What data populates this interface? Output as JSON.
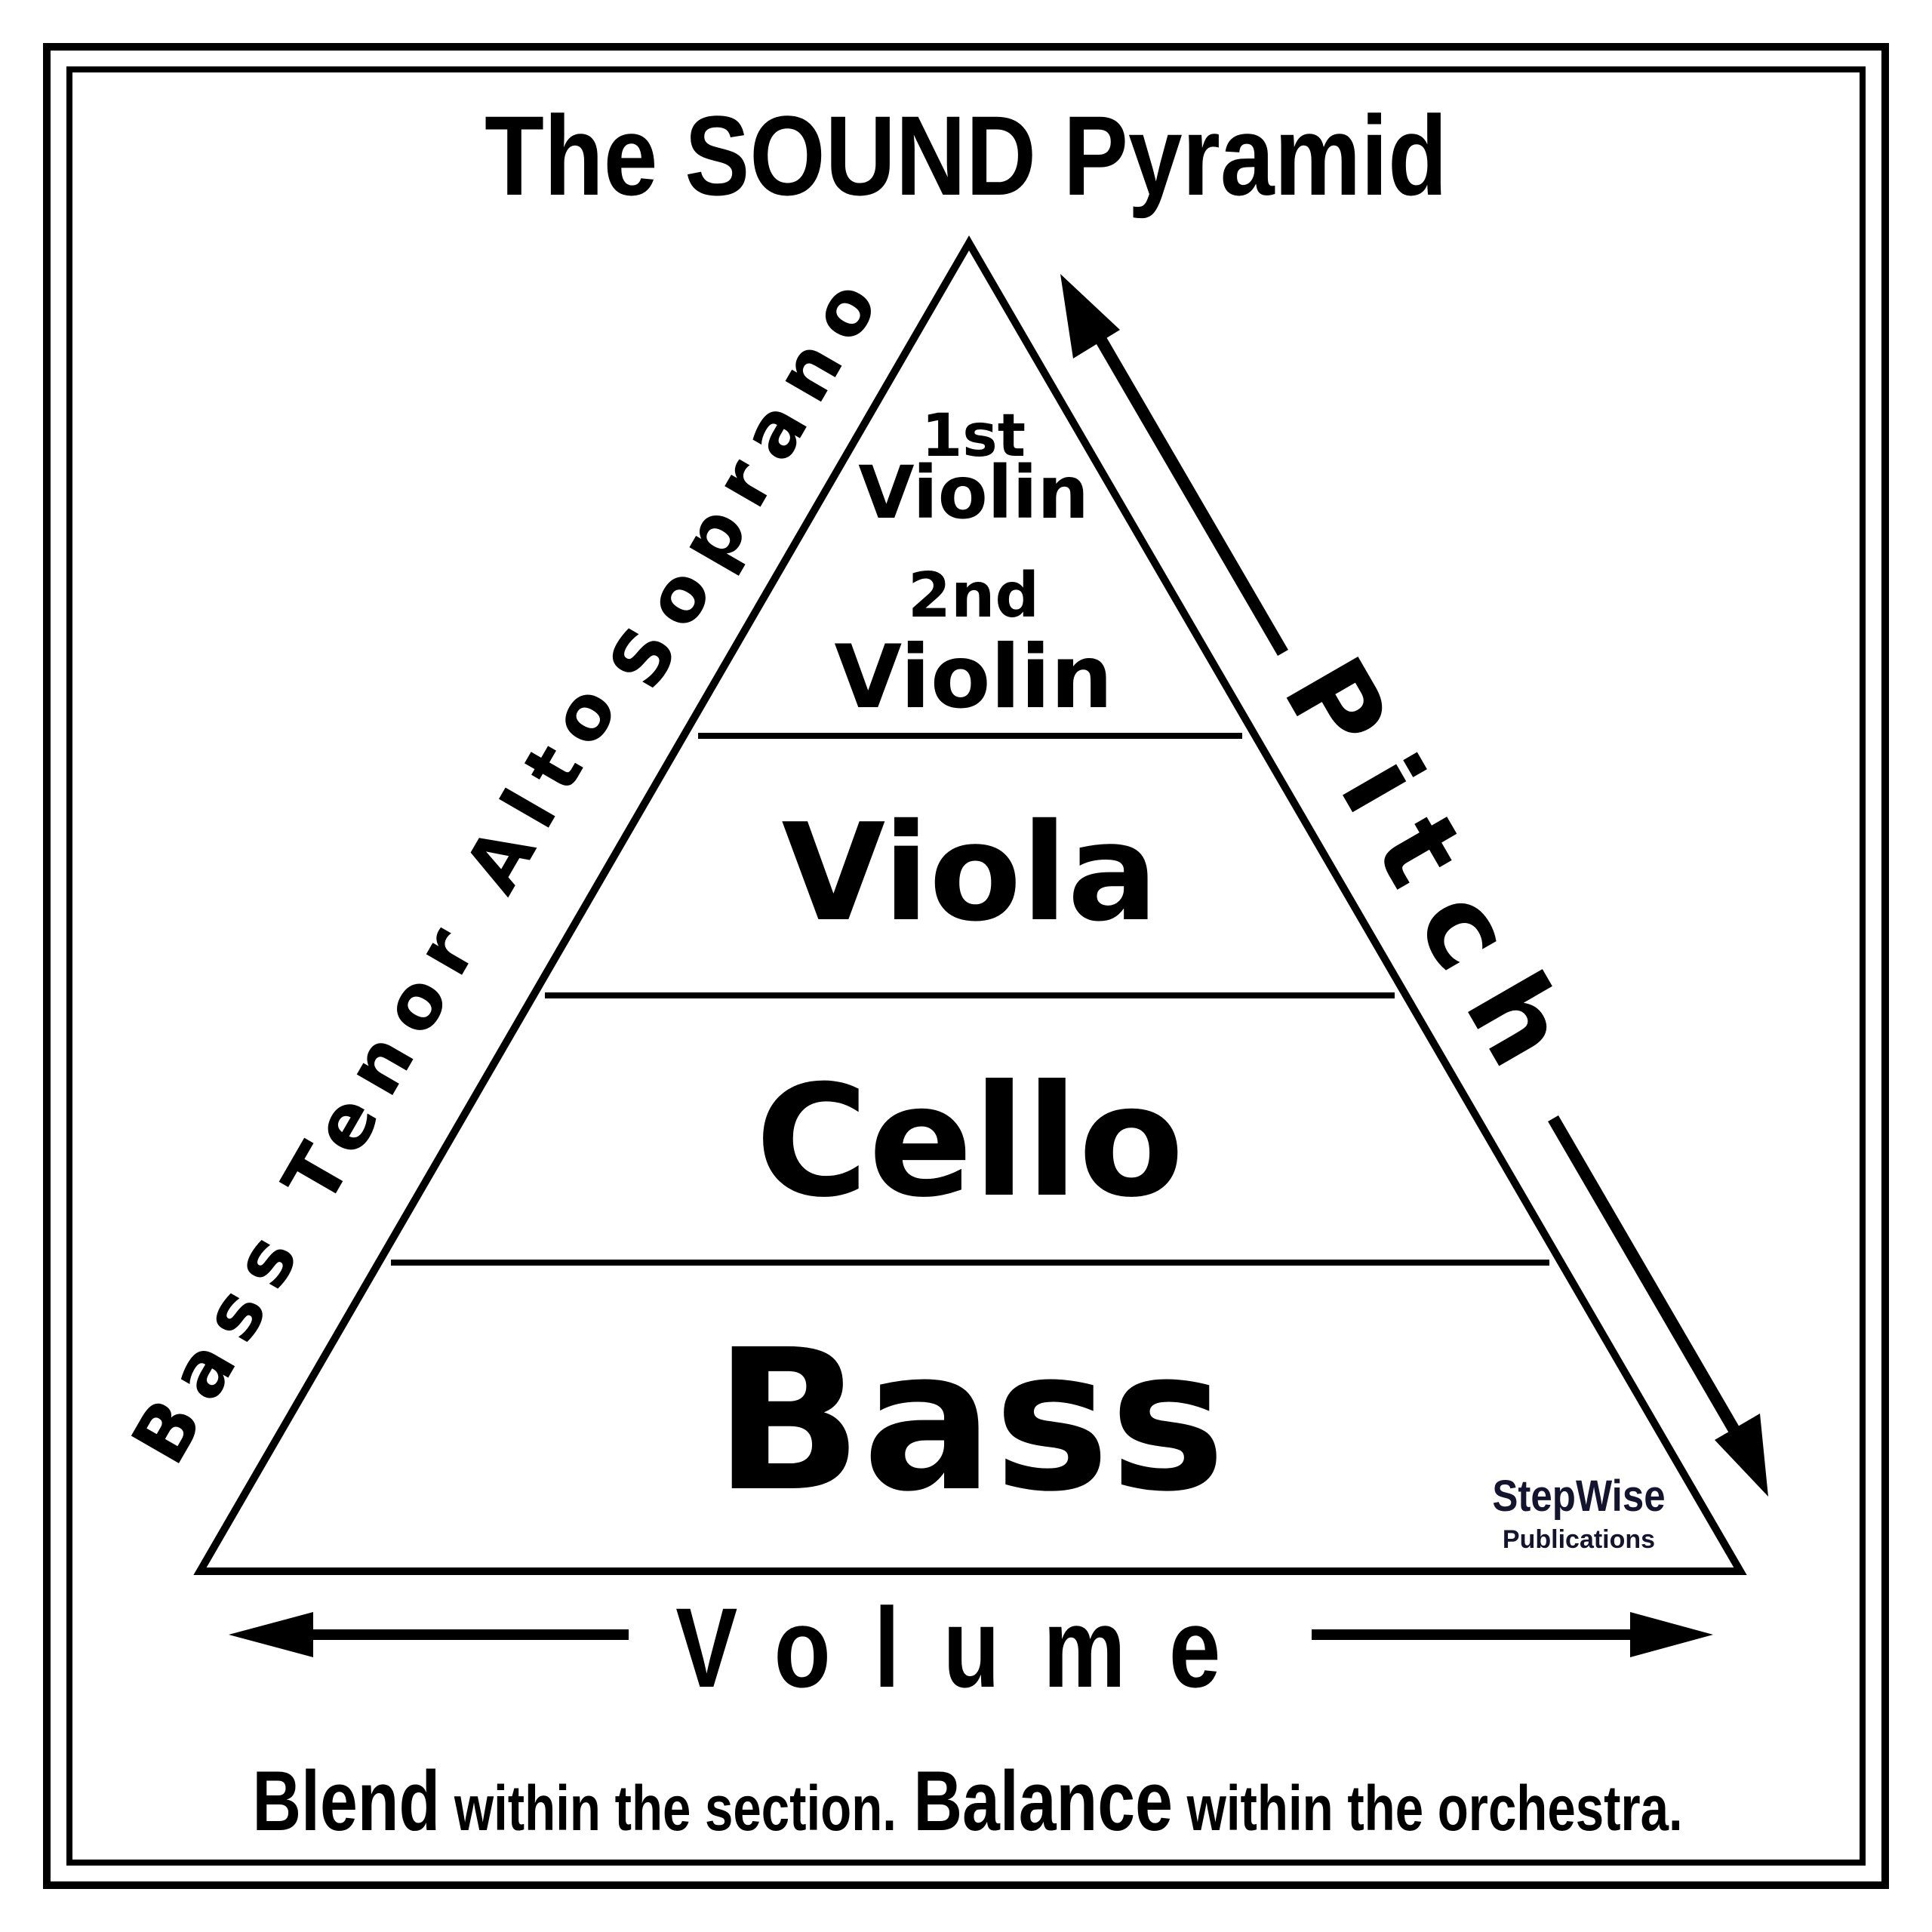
{
  "title": "The SOUND Pyramid",
  "tiers": {
    "first_violin": {
      "line1": "1st",
      "line2": "Violin"
    },
    "second_violin": {
      "line1": "2nd",
      "line2": "Violin"
    },
    "viola": "Viola",
    "cello": "Cello",
    "bass": "Bass"
  },
  "voices_axis": {
    "labels": [
      "Bass",
      "Tenor",
      "Alto",
      "Soprano"
    ]
  },
  "pitch_label": "Pitch",
  "volume_label": "Volume",
  "publisher": {
    "line1": "StepWise",
    "line2": "Publications"
  },
  "footer": {
    "blend_word": "Blend",
    "blend_rest": " within the section.",
    "balance_word": "Balance",
    "balance_rest": " within the orchestra."
  },
  "colors": {
    "ink": "#000000",
    "paper": "#ffffff",
    "publisher_ink": "#14142e"
  }
}
